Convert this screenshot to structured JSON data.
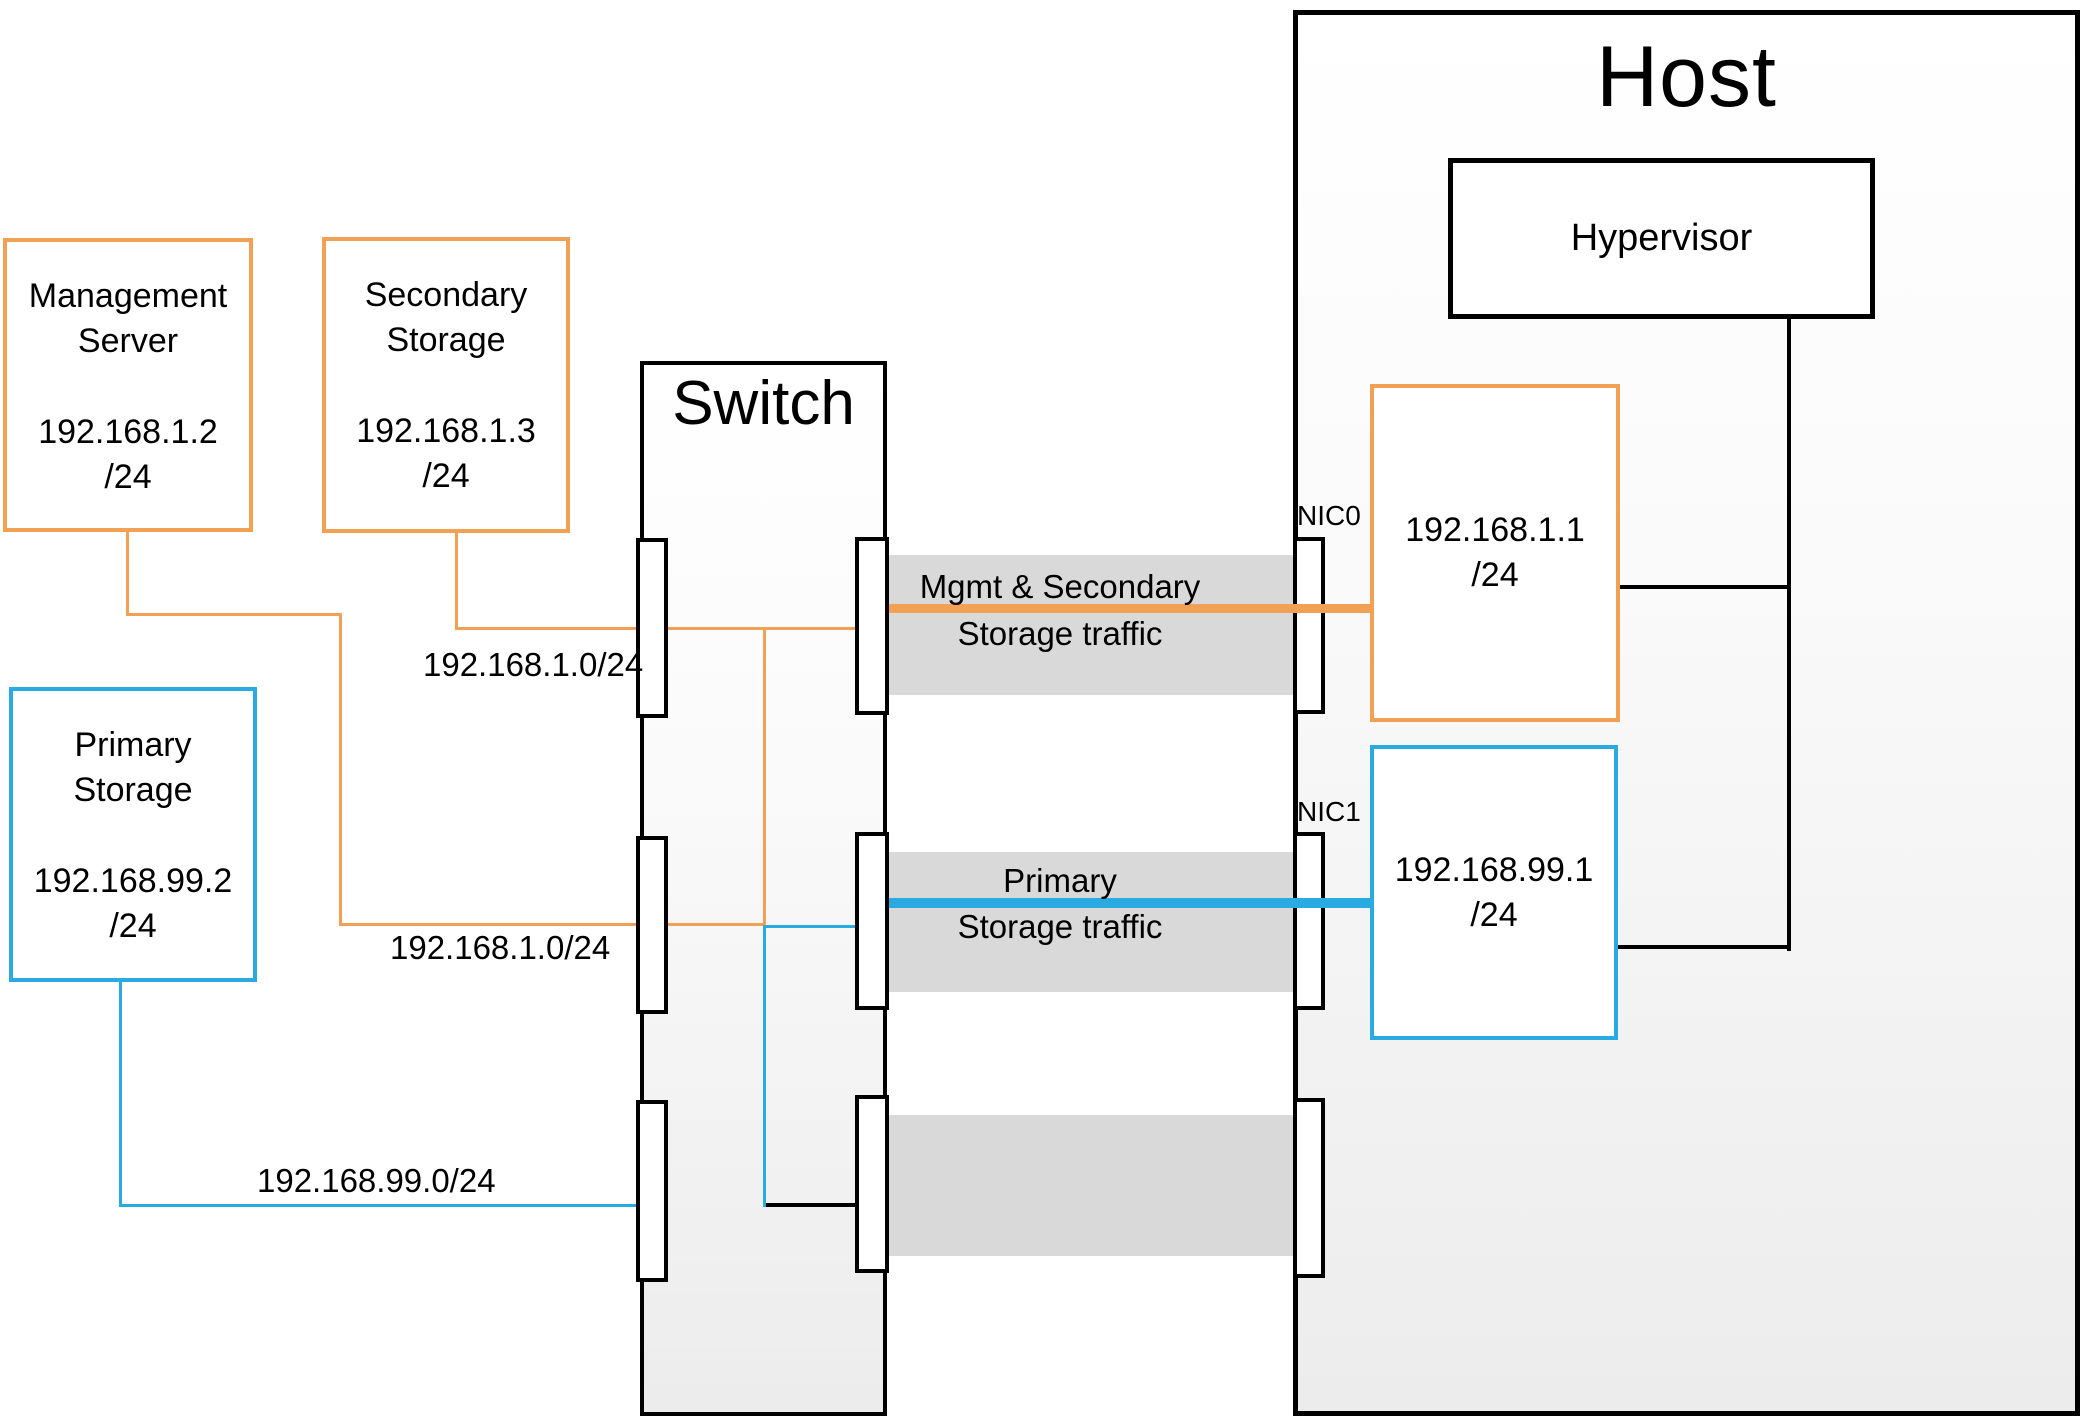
{
  "colors": {
    "orange": "#F2A054",
    "blue": "#29ABE2",
    "band_gray": "#D9D9D9",
    "line_black": "#000000"
  },
  "host": {
    "title": "Host"
  },
  "switch": {
    "title": "Switch"
  },
  "hypervisor": {
    "label": "Hypervisor"
  },
  "devices": {
    "management": {
      "line1": "Management",
      "line2": "Server",
      "ip": "192.168.1.2",
      "mask": "/24"
    },
    "secondary": {
      "line1": "Secondary",
      "line2": "Storage",
      "ip": "192.168.1.3",
      "mask": "/24"
    },
    "primary": {
      "line1": "Primary",
      "line2": "Storage",
      "ip": "192.168.99.2",
      "mask": "/24"
    }
  },
  "nics": {
    "nic0": {
      "label": "NIC0",
      "ip": "192.168.1.1",
      "mask": "/24"
    },
    "nic1": {
      "label": "NIC1",
      "ip": "192.168.99.1",
      "mask": "/24"
    }
  },
  "networks": {
    "subnet1_secondary_link": "192.168.1.0/24",
    "subnet1_management_link": "192.168.1.0/24",
    "subnet99_primary_link": "192.168.99.0/24"
  },
  "traffic": {
    "band1_line1": "Mgmt & Secondary",
    "band1_line2": "Storage traffic",
    "band2_line1": "Primary",
    "band2_line2": "Storage traffic"
  }
}
